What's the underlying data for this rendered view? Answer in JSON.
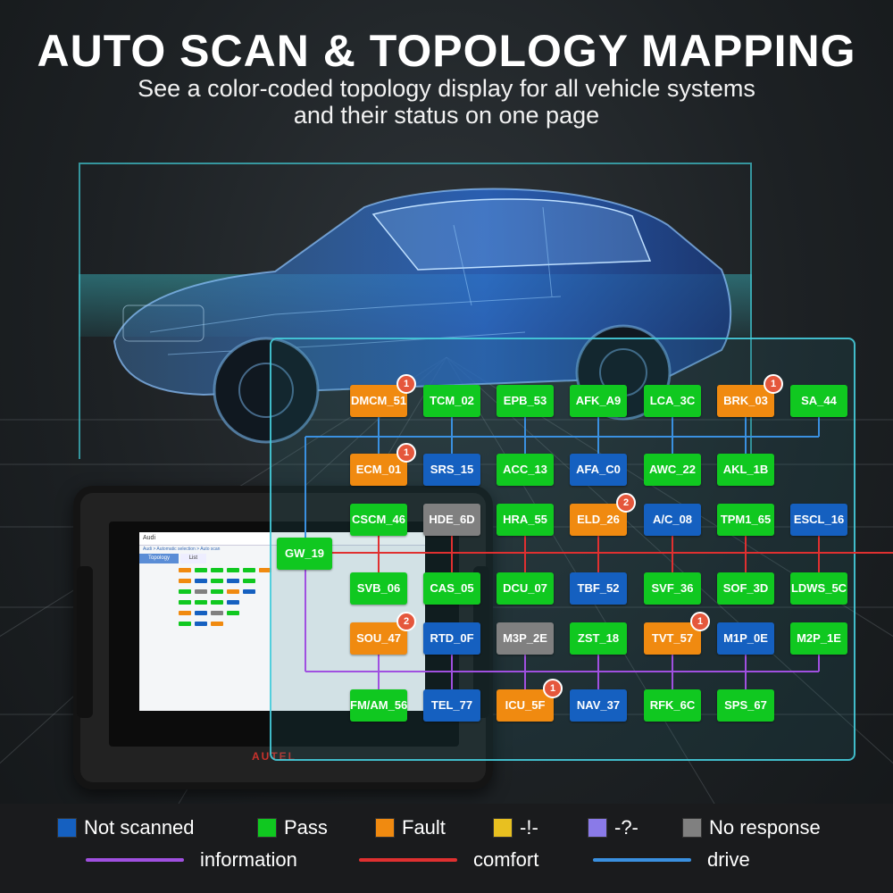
{
  "header": {
    "title": "AUTO SCAN & TOPOLOGY MAPPING",
    "subtitle_line1": "See a color-coded topology display for all vehicle systems",
    "subtitle_line2": "and their status on one page"
  },
  "colors": {
    "pass": "#10c820",
    "fault": "#f08a10",
    "not_scanned": "#1560c0",
    "no_response": "#808080",
    "warn": "#e8c020",
    "unknown": "#8a7ae8",
    "information": "#a050e0",
    "comfort": "#e03030",
    "drive": "#3a90e0",
    "badge": "#e5573c",
    "accent": "#46cdd8"
  },
  "tablet": {
    "brand": "AUTEL",
    "screen": {
      "app_title": "Audi",
      "breadcrumb": "Audi > Automatic selection > Auto scan",
      "tabs": [
        "Topology",
        "List"
      ]
    }
  },
  "topology": {
    "gateway": "GW_19",
    "rows": [
      [
        {
          "label": "DMCM_51",
          "status": "fault",
          "badge": "1"
        },
        {
          "label": "TCM_02",
          "status": "pass"
        },
        {
          "label": "EPB_53",
          "status": "pass"
        },
        {
          "label": "AFK_A9",
          "status": "pass"
        },
        {
          "label": "LCA_3C",
          "status": "pass"
        },
        {
          "label": "BRK_03",
          "status": "fault",
          "badge": "1"
        },
        {
          "label": "SA_44",
          "status": "pass"
        }
      ],
      [
        {
          "label": "ECM_01",
          "status": "fault",
          "badge": "1"
        },
        {
          "label": "SRS_15",
          "status": "not_scanned"
        },
        {
          "label": "ACC_13",
          "status": "pass"
        },
        {
          "label": "AFA_C0",
          "status": "not_scanned"
        },
        {
          "label": "AWC_22",
          "status": "pass"
        },
        {
          "label": "AKL_1B",
          "status": "pass"
        }
      ],
      [
        {
          "label": "CSCM_46",
          "status": "pass"
        },
        {
          "label": "HDE_6D",
          "status": "no_response"
        },
        {
          "label": "HRA_55",
          "status": "pass"
        },
        {
          "label": "ELD_26",
          "status": "fault",
          "badge": "2"
        },
        {
          "label": "A/C_08",
          "status": "not_scanned"
        },
        {
          "label": "TPM1_65",
          "status": "pass"
        },
        {
          "label": "ESCL_16",
          "status": "not_scanned"
        }
      ],
      [
        {
          "label": "SVB_06",
          "status": "pass"
        },
        {
          "label": "CAS_05",
          "status": "pass"
        },
        {
          "label": "DCU_07",
          "status": "pass"
        },
        {
          "label": "TBF_52",
          "status": "not_scanned"
        },
        {
          "label": "SVF_36",
          "status": "pass"
        },
        {
          "label": "SOF_3D",
          "status": "pass"
        },
        {
          "label": "LDWS_5C",
          "status": "pass"
        }
      ],
      [
        {
          "label": "SOU_47",
          "status": "fault",
          "badge": "2"
        },
        {
          "label": "RTD_0F",
          "status": "not_scanned"
        },
        {
          "label": "M3P_2E",
          "status": "no_response"
        },
        {
          "label": "ZST_18",
          "status": "pass"
        },
        {
          "label": "TVT_57",
          "status": "fault",
          "badge": "1"
        },
        {
          "label": "M1P_0E",
          "status": "not_scanned"
        },
        {
          "label": "M2P_1E",
          "status": "pass"
        }
      ],
      [
        {
          "label": "FM/AM_56",
          "status": "pass"
        },
        {
          "label": "TEL_77",
          "status": "not_scanned"
        },
        {
          "label": "ICU_5F",
          "status": "fault",
          "badge": "1"
        },
        {
          "label": "NAV_37",
          "status": "not_scanned"
        },
        {
          "label": "RFK_6C",
          "status": "pass"
        },
        {
          "label": "SPS_67",
          "status": "pass"
        }
      ]
    ]
  },
  "legend": {
    "status": [
      {
        "label": "Not scanned",
        "color": "#1560c0"
      },
      {
        "label": "Pass",
        "color": "#10c820"
      },
      {
        "label": "Fault",
        "color": "#f08a10"
      },
      {
        "label": "-!-",
        "color": "#e8c020"
      },
      {
        "label": "-?-",
        "color": "#8a7ae8"
      },
      {
        "label": "No response",
        "color": "#808080"
      }
    ],
    "lines": [
      {
        "label": "information",
        "color": "#a050e0"
      },
      {
        "label": "comfort",
        "color": "#e03030"
      },
      {
        "label": "drive",
        "color": "#3a90e0"
      }
    ]
  }
}
